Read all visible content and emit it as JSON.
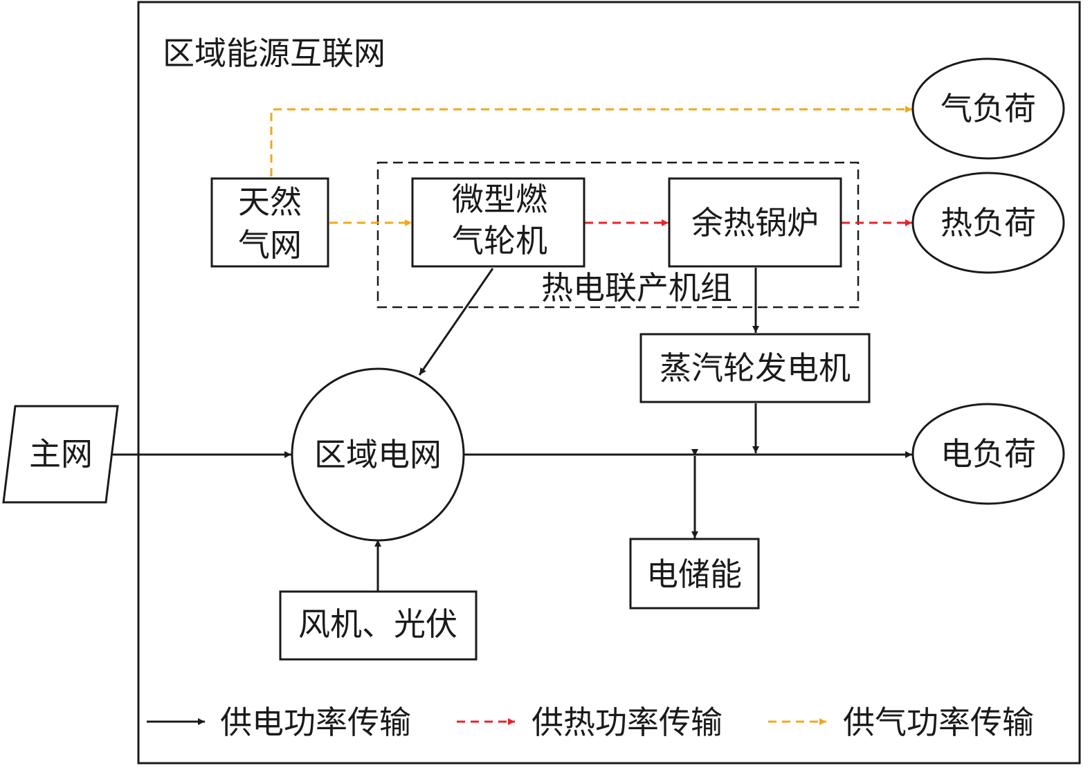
{
  "region_title": "区域能源互联网",
  "nodes": {
    "main_grid": "主网",
    "natural_gas_line1": "天然",
    "natural_gas_line2": "气网",
    "micro_turbine_line1": "微型燃",
    "micro_turbine_line2": "气轮机",
    "waste_heat_boiler": "余热锅炉",
    "chp_group": "热电联产机组",
    "steam_turbine": "蒸汽轮发电机",
    "regional_grid": "区域电网",
    "electric_storage": "电储能",
    "wind_pv": "风机、光伏",
    "gas_load": "气负荷",
    "heat_load": "热负荷",
    "electric_load": "电负荷"
  },
  "legend": {
    "electric": "供电功率传输",
    "heat": "供热功率传输",
    "gas": "供气功率传输"
  },
  "colors": {
    "electric": "#1a1a1a",
    "heat": "#e8212b",
    "gas": "#f0a818"
  }
}
